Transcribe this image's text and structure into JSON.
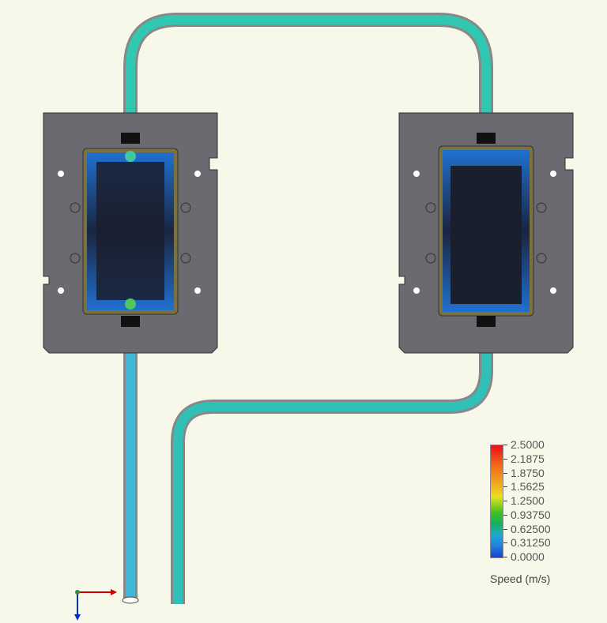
{
  "legend": {
    "title": "Speed (m/s)",
    "ticks": [
      "2.5000",
      "2.1875",
      "1.8750",
      "1.5625",
      "1.2500",
      "0.93750",
      "0.62500",
      "0.31250",
      "0.0000"
    ],
    "colors": [
      "#e8101a",
      "#f0b020",
      "#e8e020",
      "#40c020",
      "#20a8d0",
      "#1840d0"
    ]
  },
  "colors": {
    "plate": "#6a6a70",
    "cavity": "#1a1f2e",
    "pipe_outline": "#8a8a90",
    "flow_low": "#2090e0",
    "flow_mid": "#30c8a0",
    "background": "#f7f7ea"
  }
}
